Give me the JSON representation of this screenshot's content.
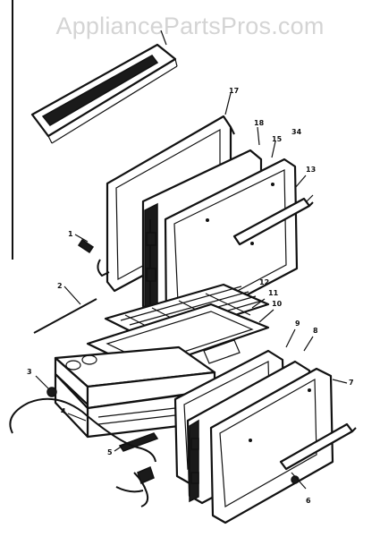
{
  "watermark": "AppliancePartsPros.com",
  "callouts": [
    "1",
    "2",
    "3",
    "4",
    "5",
    "6",
    "7",
    "8",
    "9",
    "10",
    "11",
    "12",
    "13",
    "15",
    "17",
    "18",
    "34"
  ]
}
